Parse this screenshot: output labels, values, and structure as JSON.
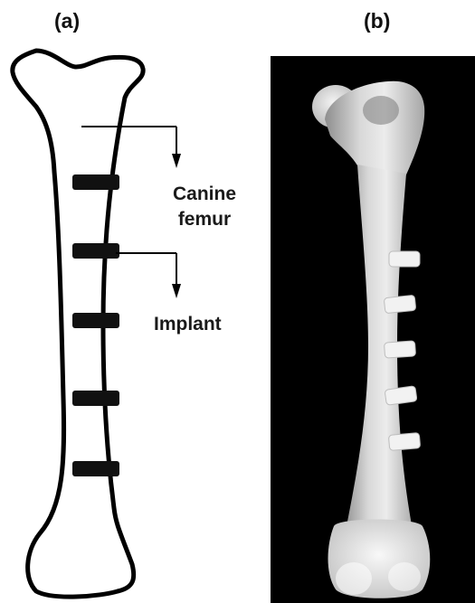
{
  "panels": {
    "a": {
      "label": "(a)",
      "callouts": {
        "femur": "Canine femur",
        "implant": "Implant"
      }
    },
    "b": {
      "label": "(b)"
    }
  },
  "colors": {
    "outline": "#000000",
    "implant_fill": "#111111",
    "photo_background": "#000000",
    "bone_highlight": "#e6e6e6",
    "bone_shadow": "#9c9c9c",
    "photo_implant": "#f2f2f2"
  }
}
